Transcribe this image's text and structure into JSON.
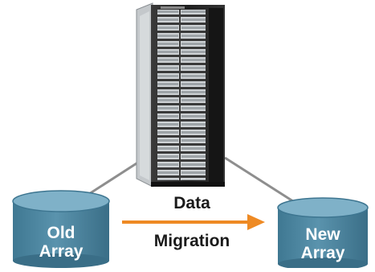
{
  "diagram": {
    "left_cylinder": {
      "line1": "Old",
      "line2": "Array"
    },
    "right_cylinder": {
      "line1": "New",
      "line2": "Array"
    },
    "arrow_top_label": "Data",
    "arrow_bottom_label": "Migration"
  },
  "colors": {
    "cylinder_body": "#4f88a3",
    "cylinder_top": "#7fb1c8",
    "connector_line": "#8e8e8e",
    "arrow": "#ee8a24",
    "rack_frame": "#2b2b2b",
    "rack_door": "#bfc3c6"
  }
}
